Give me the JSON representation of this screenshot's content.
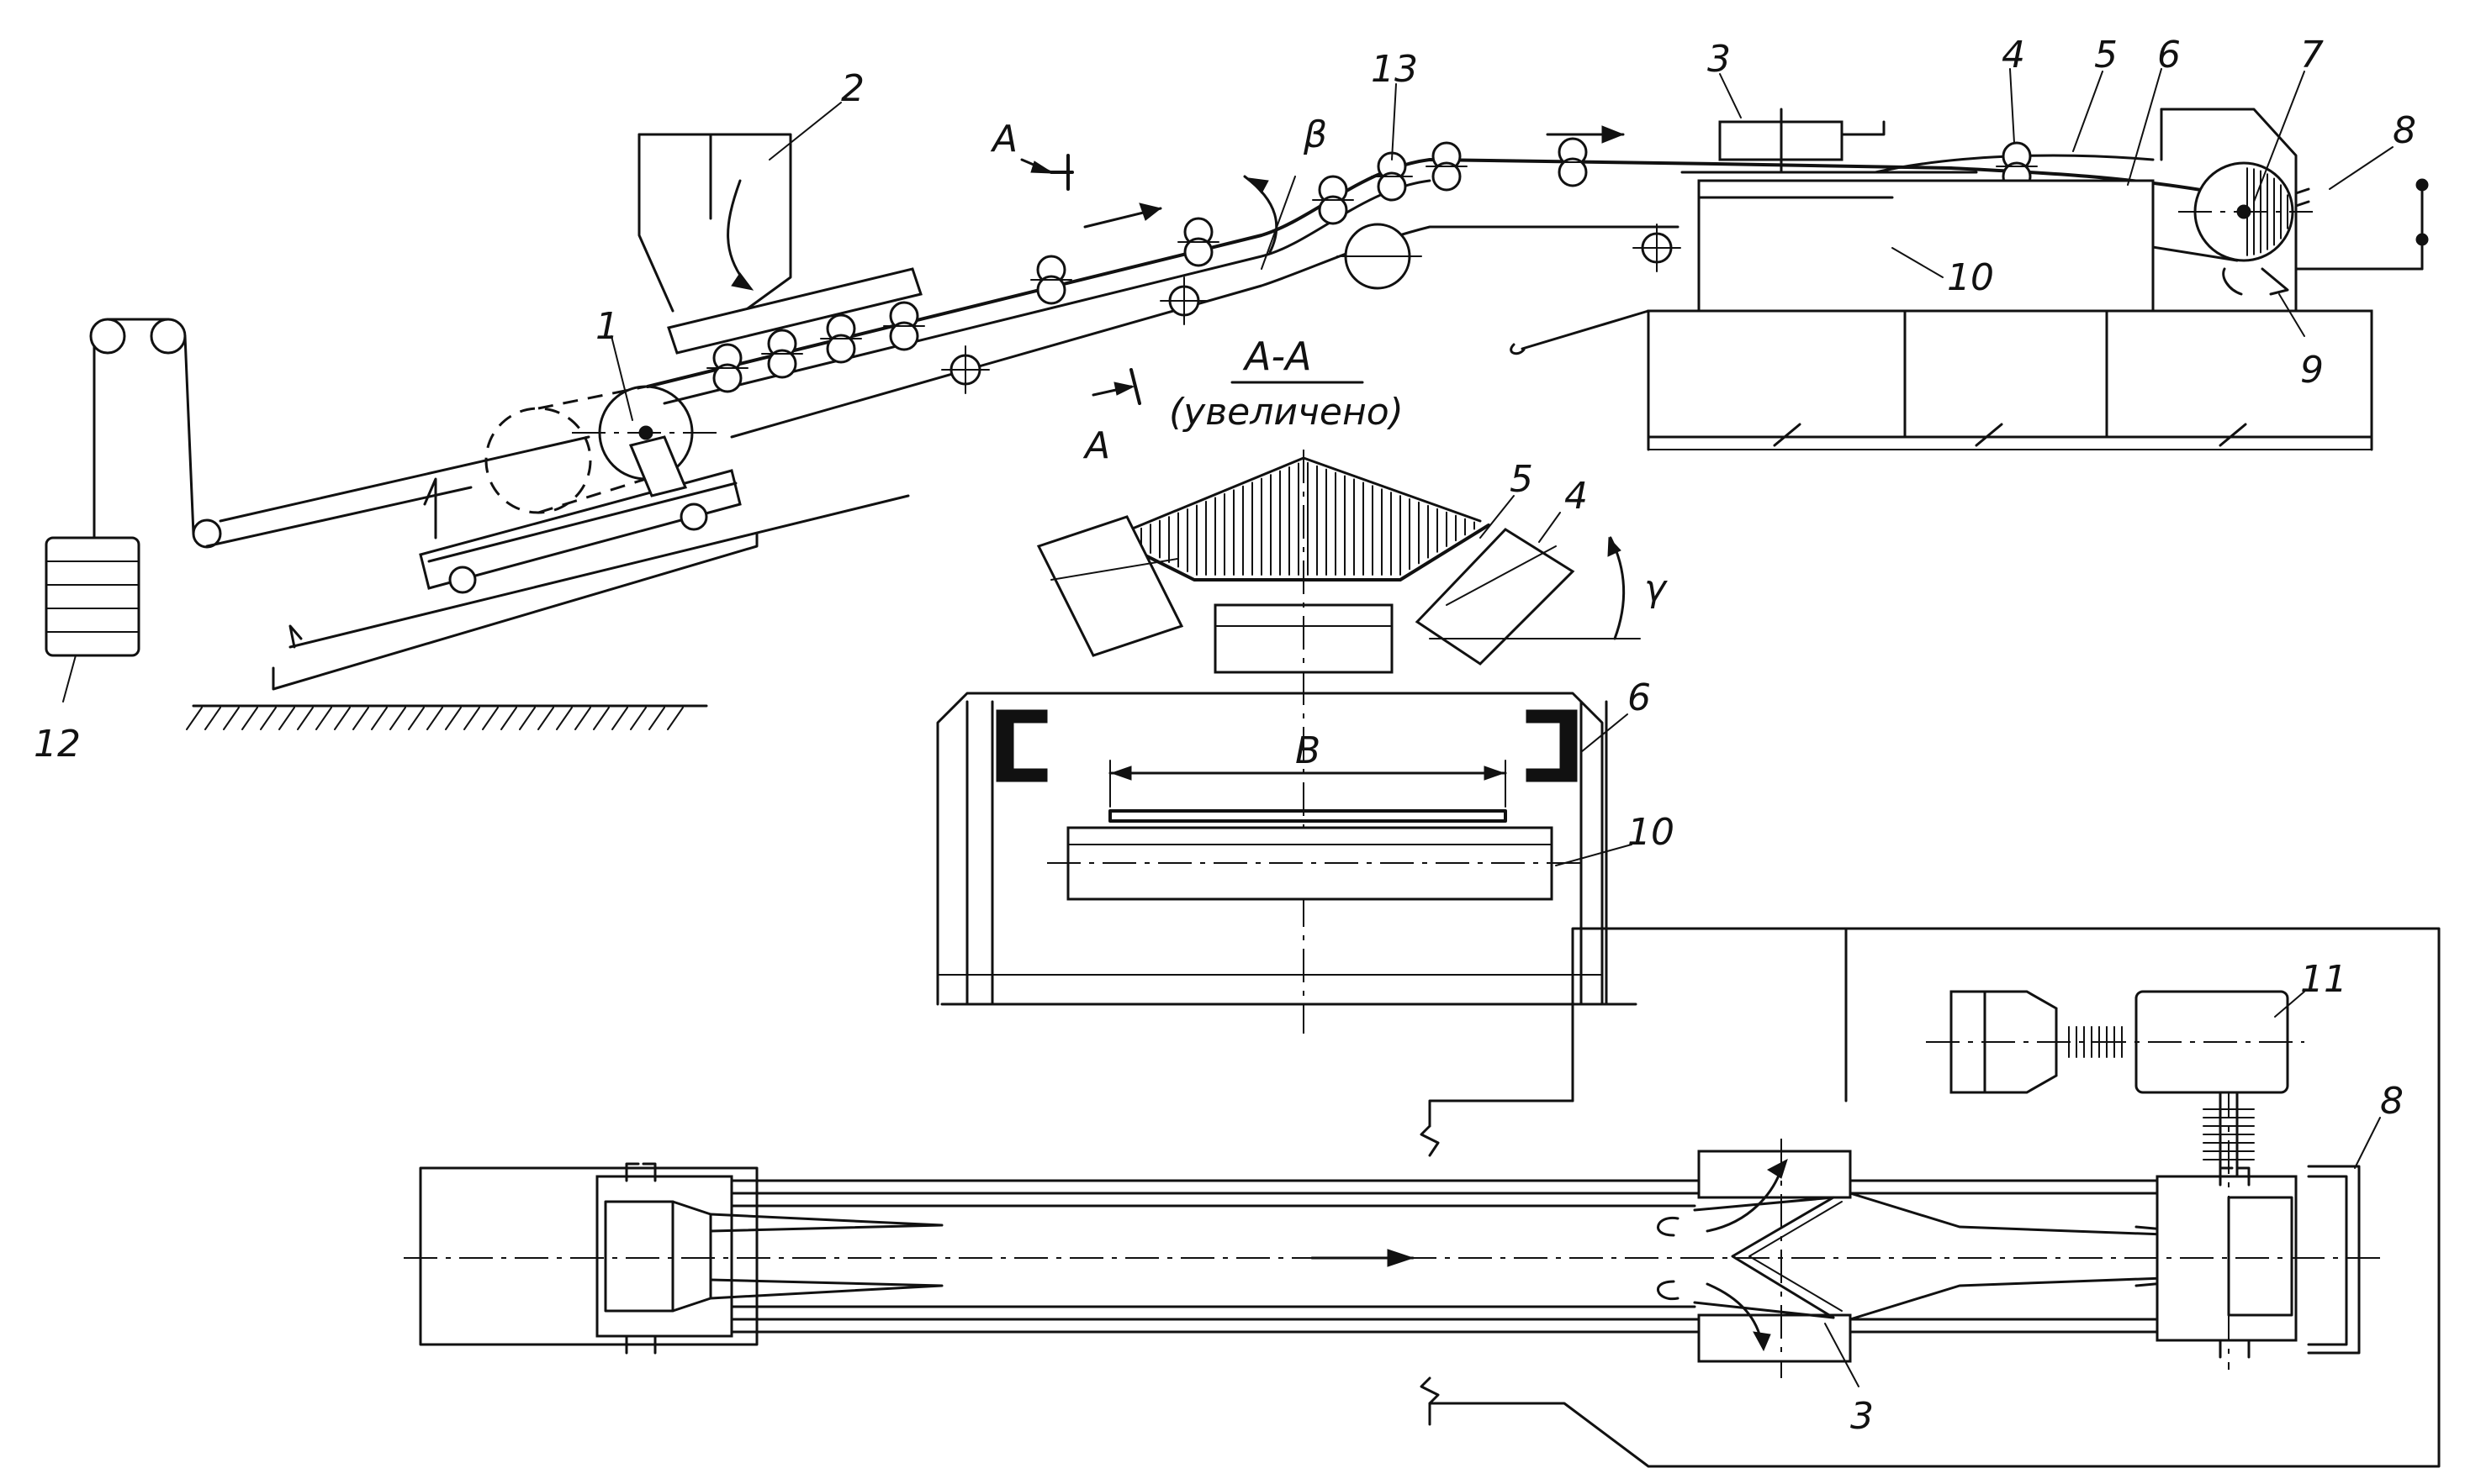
{
  "section_title": "A-A",
  "section_subtitle": "(увеличено)",
  "section_markers": {
    "top": "A",
    "bottom": "A"
  },
  "angle_labels": {
    "beta": "β",
    "gamma": "γ"
  },
  "width_label": "B",
  "callouts": {
    "c1": "1",
    "c2": "2",
    "c3_top": "3",
    "c4_top": "4",
    "c5_top": "5",
    "c6_top": "6",
    "c7": "7",
    "c8_top": "8",
    "c9": "9",
    "c10_top": "10",
    "c12": "12",
    "c13": "13",
    "c5_sec": "5",
    "c4_sec": "4",
    "c6_sec": "6",
    "c10_sec": "10",
    "c11": "11",
    "c8_plan": "8",
    "c3_plan": "3"
  }
}
